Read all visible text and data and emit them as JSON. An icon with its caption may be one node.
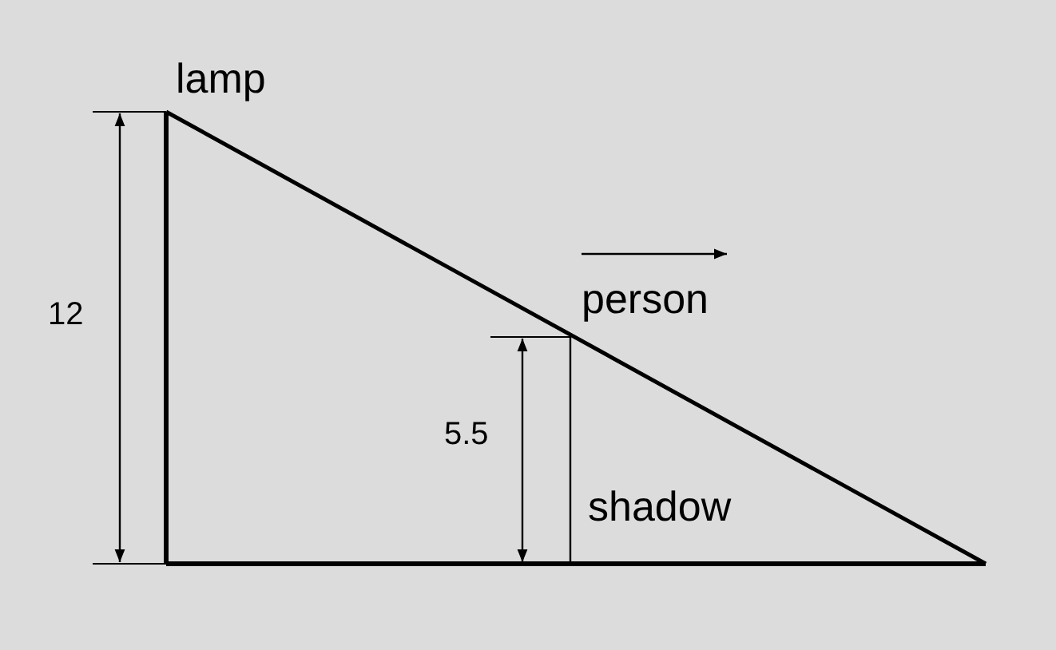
{
  "diagram": {
    "labels": [
      "lamp",
      "12",
      "person",
      "5.5",
      "shadow"
    ]
  }
}
